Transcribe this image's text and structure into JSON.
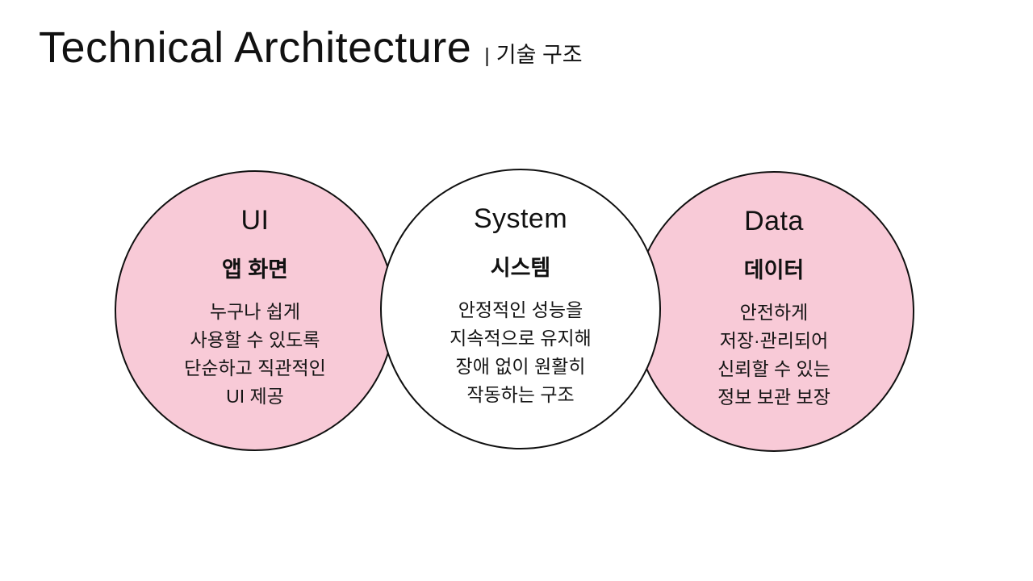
{
  "title": {
    "main": "Technical Architecture",
    "separator": "|",
    "sub": "기술 구조"
  },
  "colors": {
    "pink": "#f8cad7",
    "white": "#ffffff",
    "border": "#101010",
    "text": "#111111",
    "background": "#ffffff"
  },
  "circles": [
    {
      "id": "ui",
      "fill": "pink",
      "heading": "UI",
      "subtitle": "앱 화면",
      "body": [
        "누구나 쉽게",
        "사용할 수 있도록",
        "단순하고 직관적인",
        "UI 제공"
      ]
    },
    {
      "id": "system",
      "fill": "white",
      "heading": "System",
      "subtitle": "시스템",
      "body": [
        "안정적인 성능을",
        "지속적으로 유지해",
        "장애 없이 원활히",
        "작동하는 구조"
      ]
    },
    {
      "id": "data",
      "fill": "pink",
      "heading": "Data",
      "subtitle": "데이터",
      "body": [
        "안전하게",
        "저장·관리되어",
        "신뢰할 수 있는",
        "정보 보관 보장"
      ]
    }
  ]
}
